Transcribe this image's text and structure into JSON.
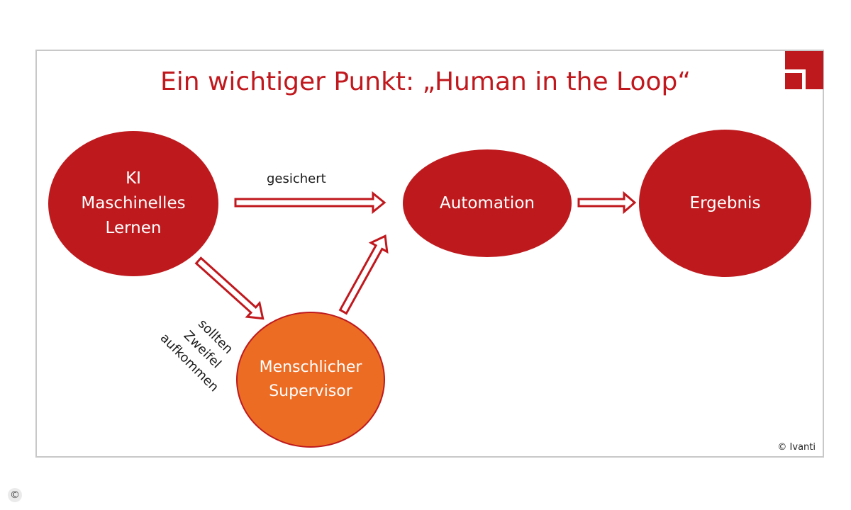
{
  "title": "Ein wichtiger Punkt: „Human in the Loop“",
  "nodes": {
    "ki": "KI\nMaschinelles\nLernen",
    "automation": "Automation",
    "ergebnis": "Ergebnis",
    "supervisor": "Menschlicher\nSupervisor"
  },
  "labels": {
    "gesichert": "gesichert",
    "doubt": "sollten\nZweifel\naufkommen"
  },
  "copyright": "© Ivanti",
  "corner_mark": "©",
  "colors": {
    "brand_red": "#be1a1e",
    "supervisor_orange": "#ec6c24"
  }
}
